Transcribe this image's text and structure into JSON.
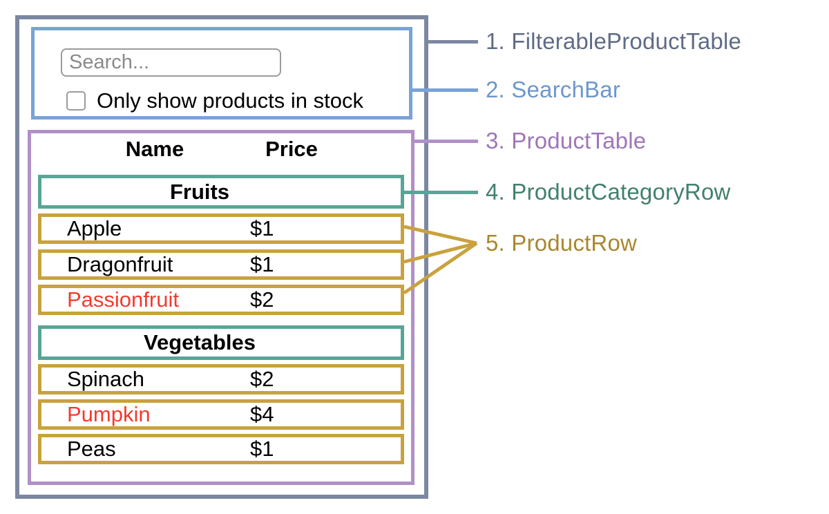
{
  "diagram": {
    "description_colors": {
      "filterable_product_table_border": "#7c87a1",
      "search_bar_border": "#79a3d7",
      "product_table_border": "#b190c7",
      "product_category_row_border": "#58a597",
      "product_row_border": "#c9a23d",
      "out_of_stock_text": "#f43b2d"
    }
  },
  "search_bar": {
    "input_placeholder": "Search...",
    "input_value": "",
    "checkbox_checked": false,
    "checkbox_label": "Only show products in stock"
  },
  "table": {
    "headers": {
      "name": "Name",
      "price": "Price"
    },
    "sections": [
      {
        "category": "Fruits",
        "rows": [
          {
            "name": "Apple",
            "price": "$1",
            "in_stock": true
          },
          {
            "name": "Dragonfruit",
            "price": "$1",
            "in_stock": true
          },
          {
            "name": "Passionfruit",
            "price": "$2",
            "in_stock": false
          }
        ]
      },
      {
        "category": "Vegetables",
        "rows": [
          {
            "name": "Spinach",
            "price": "$2",
            "in_stock": true
          },
          {
            "name": "Pumpkin",
            "price": "$4",
            "in_stock": false
          },
          {
            "name": "Peas",
            "price": "$1",
            "in_stock": true
          }
        ]
      }
    ]
  },
  "legend": [
    {
      "label": "1. FilterableProductTable",
      "color": "#5f6b85"
    },
    {
      "label": "2. SearchBar",
      "color": "#6d97cd"
    },
    {
      "label": "3. ProductTable",
      "color": "#9e76b8"
    },
    {
      "label": "4. ProductCategoryRow",
      "color": "#42806f"
    },
    {
      "label": "5. ProductRow",
      "color": "#a9872f"
    }
  ]
}
